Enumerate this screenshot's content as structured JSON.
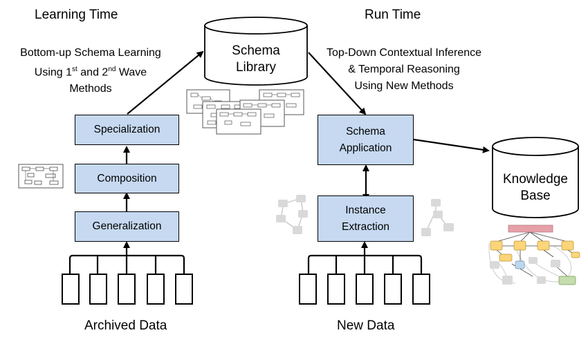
{
  "headings": {
    "learning": "Learning Time",
    "run": "Run Time"
  },
  "learning_desc": {
    "line1": "Bottom-up Schema Learning",
    "line2_pre": "Using 1",
    "line2_sup1": "st",
    "line2_mid": " and 2",
    "line2_sup2": "nd",
    "line2_post": " Wave",
    "line3": "Methods"
  },
  "run_desc": {
    "line1": "Top-Down Contextual Inference",
    "line2": "& Temporal Reasoning",
    "line3": "Using New Methods"
  },
  "boxes": {
    "specialization": "Specialization",
    "composition": "Composition",
    "generalization": "Generalization",
    "schema_application_1": "Schema",
    "schema_application_2": "Application",
    "instance_extraction_1": "Instance",
    "instance_extraction_2": "Extraction"
  },
  "cylinders": {
    "schema_library_1": "Schema",
    "schema_library_2": "Library",
    "knowledge_base_1": "Knowledge",
    "knowledge_base_2": "Base"
  },
  "data_labels": {
    "archived": "Archived Data",
    "new": "New Data"
  },
  "colors": {
    "box_fill": "#c6d9f1",
    "gray_node": "#d9d9d9",
    "pink_bar": "#e6a0a8",
    "yellow_node": "#fcd47a",
    "blue_node": "#bcd8ef",
    "green_node": "#c4dcae"
  }
}
